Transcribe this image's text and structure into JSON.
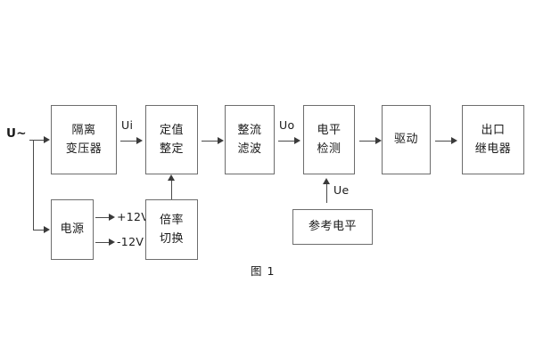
{
  "figure": {
    "caption": "图 1",
    "input_label": "U~",
    "blocks": [
      {
        "id": "isolation-transformer",
        "lines": [
          "隔离",
          "变压器"
        ]
      },
      {
        "id": "setting-value",
        "lines": [
          "定值",
          "整定"
        ]
      },
      {
        "id": "rectify-filter",
        "lines": [
          "整流",
          "滤波"
        ]
      },
      {
        "id": "level-detect",
        "lines": [
          "电平",
          "检测"
        ]
      },
      {
        "id": "drive",
        "lines": [
          "驱动"
        ]
      },
      {
        "id": "output-relay",
        "lines": [
          "出口",
          "继电器"
        ]
      },
      {
        "id": "power-supply",
        "lines": [
          "电源"
        ]
      },
      {
        "id": "multiplier-switch",
        "lines": [
          "倍率",
          "切换"
        ]
      },
      {
        "id": "reference-level",
        "lines": [
          "参考电平"
        ]
      }
    ],
    "signals": {
      "ui": "Ui",
      "uo": "Uo",
      "ue": "Ue",
      "rail_positive": "+12V",
      "rail_negative": "-12V"
    },
    "colors": {
      "background": "#ffffff",
      "box_border": "#6d6d6d",
      "connector": "#4a4a4a",
      "text": "#1a1a1a"
    }
  }
}
